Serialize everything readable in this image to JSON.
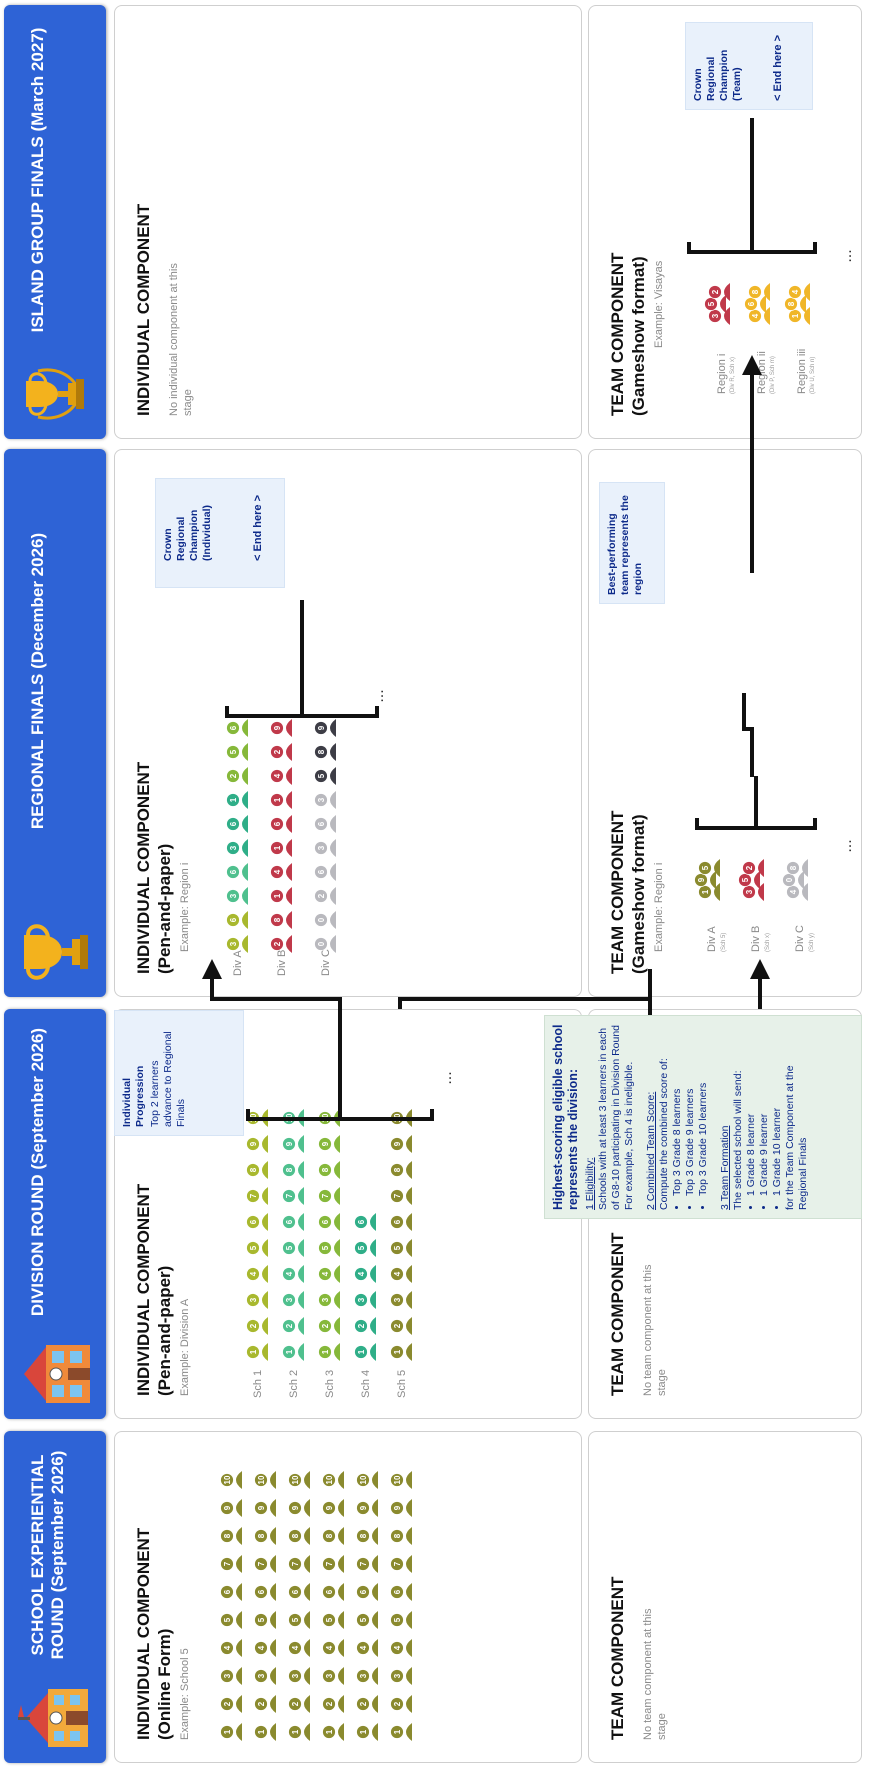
{
  "stages": [
    {
      "header": "SCHOOL EXPERIENTIAL ROUND (September 2026)",
      "individual": {
        "title": "INDIVIDUAL COMPONENT (Online Form)",
        "example": "Example: School 5"
      },
      "team": {
        "title": "TEAM COMPONENT",
        "text": "No team component at this stage"
      }
    },
    {
      "header": "DIVISION ROUND (September 2026)",
      "individual": {
        "title": "INDIVIDUAL COMPONENT (Pen-and-paper)",
        "example": "Example: Division A",
        "rows": [
          "Sch 1",
          "Sch 2",
          "Sch 3",
          "Sch 4",
          "Sch 5"
        ]
      },
      "team": {
        "title": "TEAM COMPONENT",
        "text": "No team component at this stage"
      },
      "progression": {
        "title": "Individual Progression",
        "text": "Top 2 learners advance to Regional Finals"
      },
      "panel": {
        "heading": "Highest-scoring eligible school represents the division:",
        "s1_title": "1  Eligibility:",
        "s1_text": "Schools with at least 3 learners in each of G8-10 participating in Division Round",
        "s1_example": "For example, Sch 4 is ineligible.",
        "s2_title": "2  Combined Team Score:",
        "s2_text": "Compute the combined score of:",
        "s2_items": [
          "Top 3 Grade 8 learners",
          "Top 3 Grade 9 learners",
          "Top 3 Grade 10 learners"
        ],
        "s3_title": "3  Team Formation",
        "s3_text": "The selected school will send:",
        "s3_items": [
          "1 Grade 8 learner",
          "1 Grade 9 learner",
          "1 Grade 10 learner"
        ],
        "s3_footer": "for the Team Component at the Regional Finals"
      }
    },
    {
      "header": "REGIONAL FINALS (December 2026)",
      "individual": {
        "title": "INDIVIDUAL COMPONENT (Pen-and-paper)",
        "example": "Example: Region i",
        "rows": [
          "Div A",
          "Div B",
          "Div C"
        ]
      },
      "crown_individual": "Crown Regional Champion (Individual)",
      "end_individual": "< End here >",
      "team": {
        "title": "TEAM COMPONENT (Gameshow format)",
        "example": "Example: Region i",
        "rows": [
          {
            "label": "Div A",
            "sub": "(Sch 5)"
          },
          {
            "label": "Div B",
            "sub": "(Sch x)"
          },
          {
            "label": "Div C",
            "sub": "(Sch y)"
          }
        ]
      },
      "best_team": "Best-performing team represents the region"
    },
    {
      "header": "ISLAND GROUP FINALS (March 2027)",
      "individual": {
        "title": "INDIVIDUAL COMPONENT",
        "text": "No individual component at this stage"
      },
      "team": {
        "title": "TEAM COMPONENT (Gameshow format)",
        "example": "Example: Visayas",
        "rows": [
          {
            "label": "Region i",
            "sub": "(Div R, Sch x)"
          },
          {
            "label": "Region ii",
            "sub": "(Div P, Sch m)"
          },
          {
            "label": "Region iii",
            "sub": "(Div U, Sch n)"
          }
        ]
      },
      "crown_team": "Crown Regional Champion (Team)",
      "end_team": "< End here >"
    }
  ],
  "ellipsis": "...",
  "colors": {
    "header_blue": "#2e63d6",
    "note_blue": "#0d2a8a",
    "olive": "#8a8a2e",
    "green": "#86b83a",
    "yellow_green": "#a8b82e",
    "teal": "#2fae88",
    "mint": "#4fc08e",
    "crimson": "#c0394a",
    "silver": "#b9b9be",
    "charcoal": "#3d3d46",
    "gold": "#f0b628"
  }
}
